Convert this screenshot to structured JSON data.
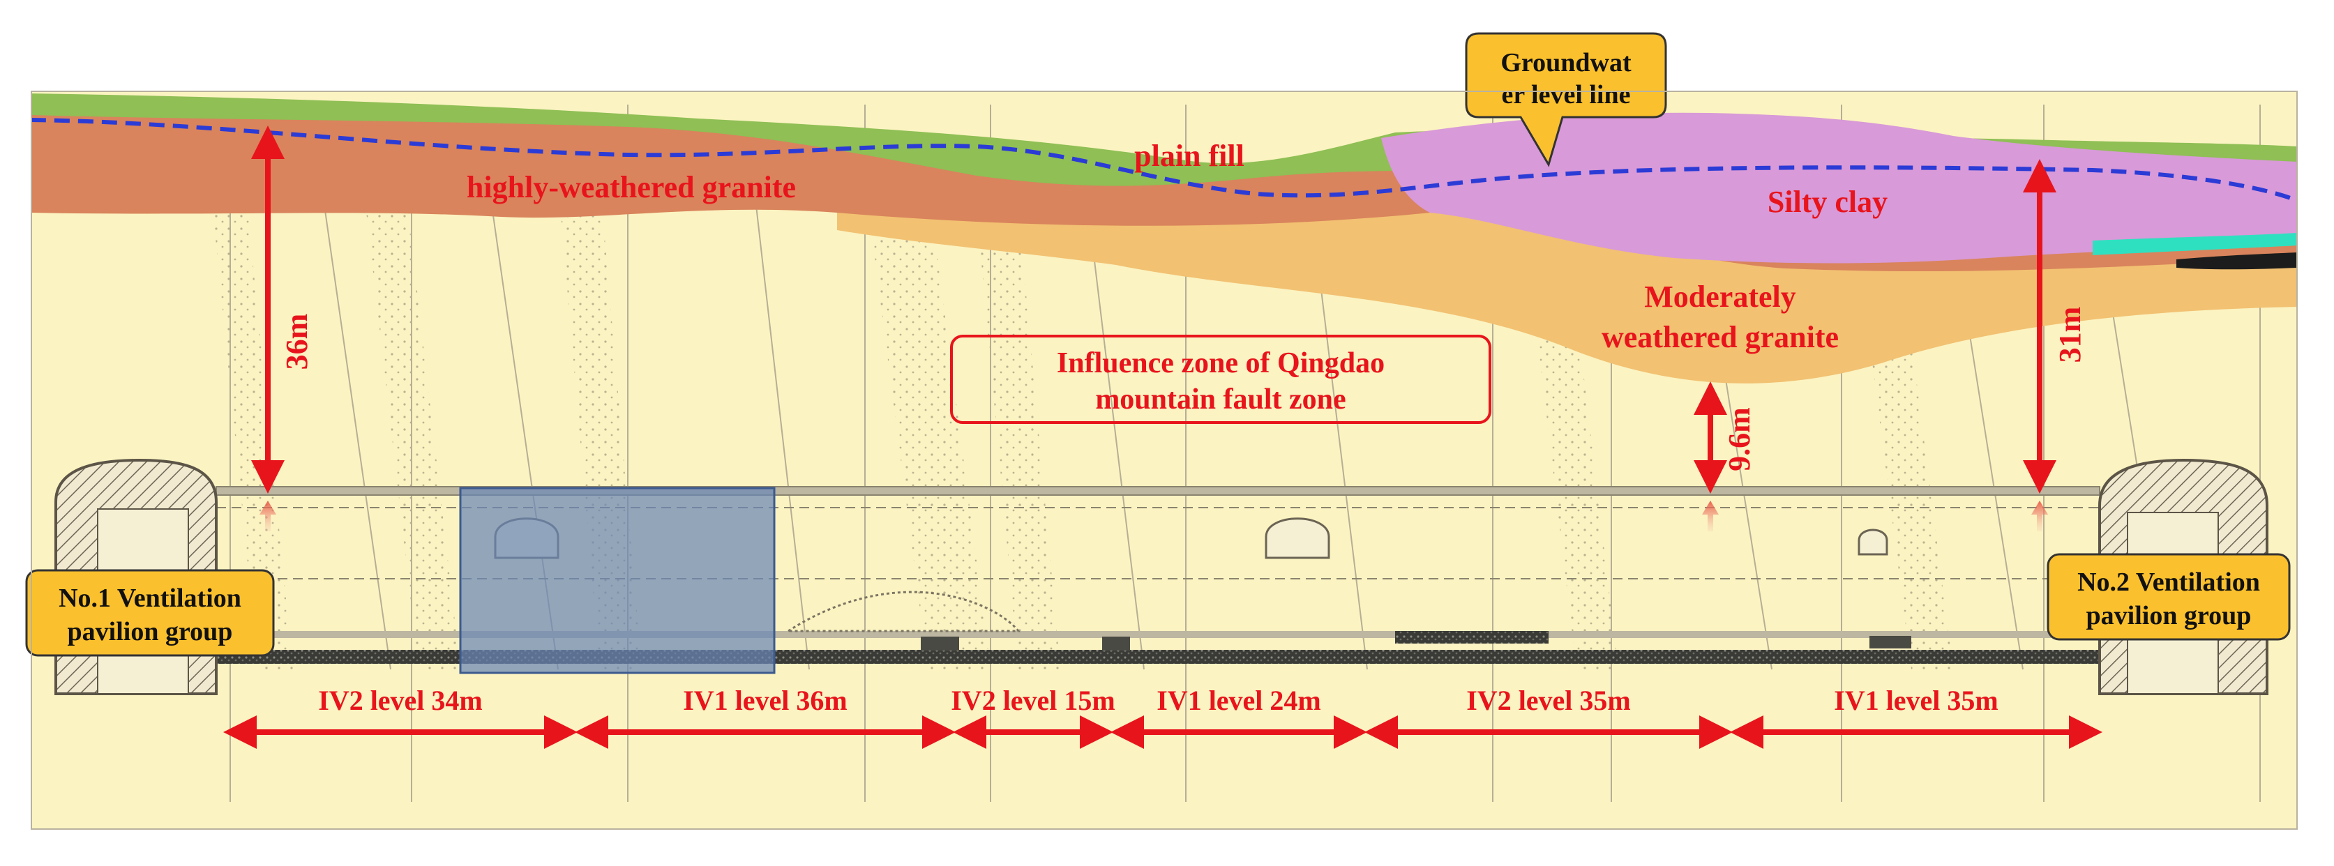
{
  "layers": {
    "plain_fill": "plain fill",
    "highly_weathered": "highly-weathered granite",
    "silty_clay": "Silty clay",
    "moderately_weathered_line1": "Moderately",
    "moderately_weathered_line2": "weathered granite"
  },
  "callouts": {
    "groundwater_line1": "Groundwat",
    "groundwater_line2": "er level line",
    "fault_line1": "Influence zone of Qingdao",
    "fault_line2": "mountain fault zone",
    "vent1_line1": "No.1 Ventilation",
    "vent1_line2": "pavilion group",
    "vent2_line1": "No.2 Ventilation",
    "vent2_line2": "pavilion group"
  },
  "dimensions": {
    "left_depth": "36m",
    "right_depth": "31m",
    "clearance": "9.6m"
  },
  "segments": [
    {
      "label": "IV2 level 34m"
    },
    {
      "label": "IV1 level 36m"
    },
    {
      "label": "IV2 level 15m"
    },
    {
      "label": "IV1 level 24m"
    },
    {
      "label": "IV2 level 35m"
    },
    {
      "label": "IV1 level 35m"
    }
  ],
  "colors": {
    "background": "#fbf3c1",
    "plain_fill": "#8fbf55",
    "highly_weathered": "#d9845c",
    "silty_clay": "#d89ad8",
    "moderately_weathered": "#f2c172",
    "water_line": "#2b3bd6",
    "annotation_red": "#e8141c",
    "callout_yellow": "#fbc02d",
    "highlight_box": "#6a86b5"
  }
}
